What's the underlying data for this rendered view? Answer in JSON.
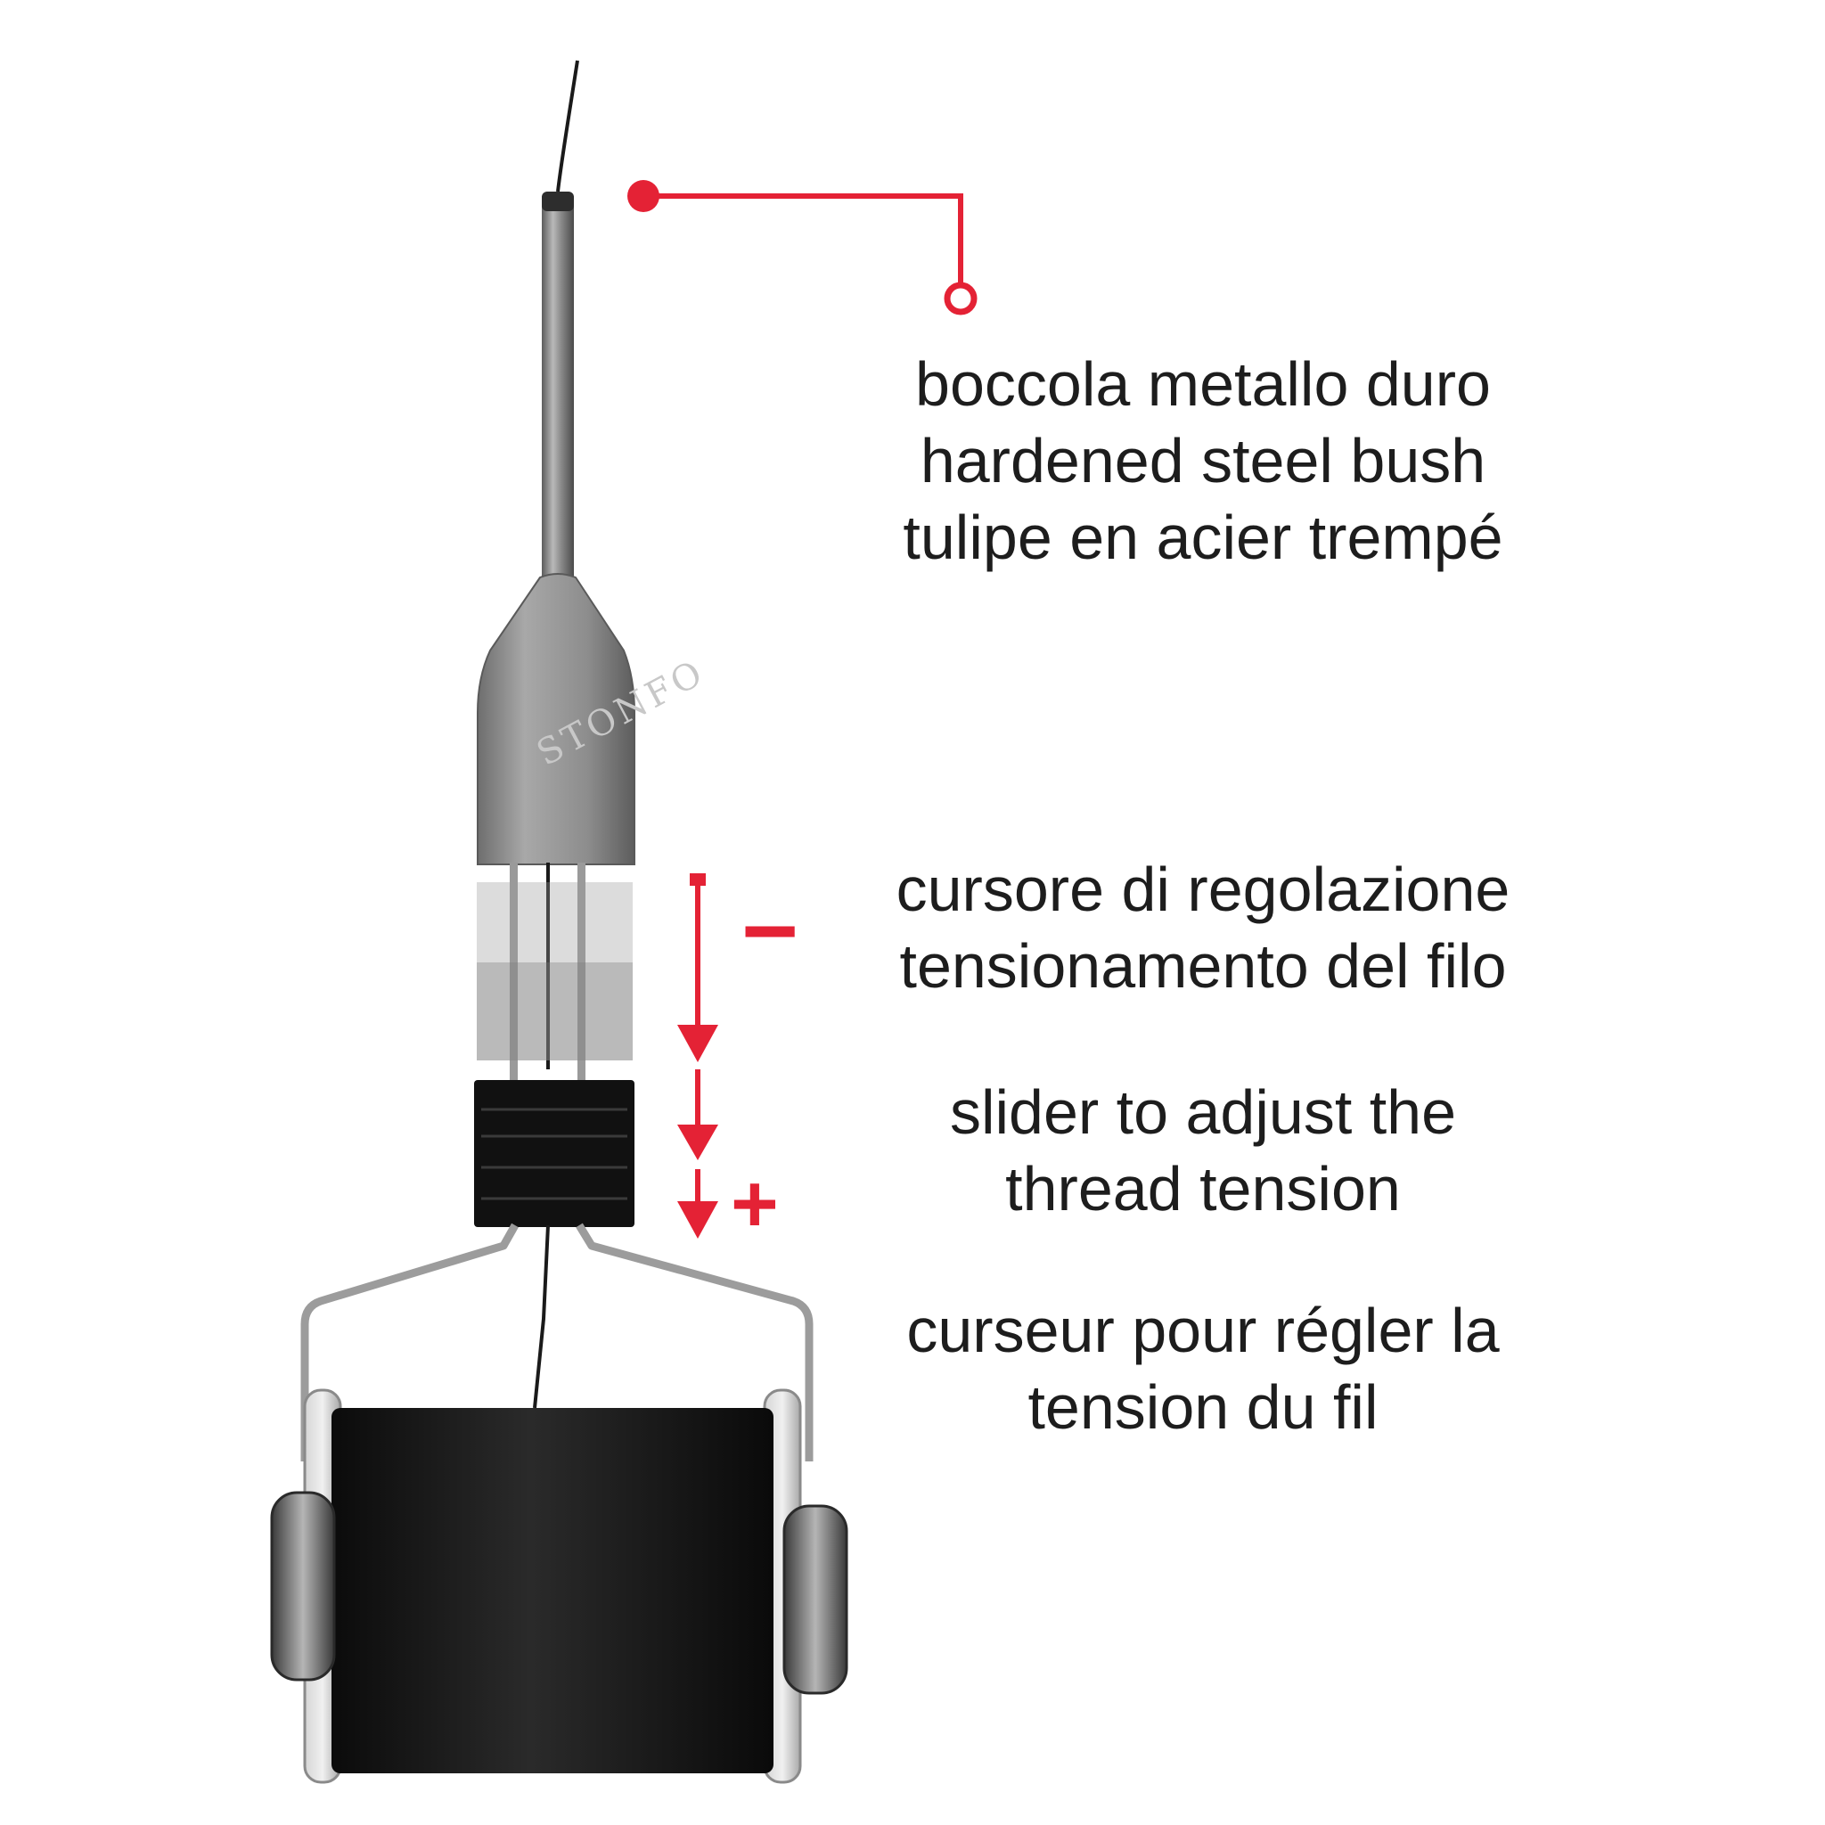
{
  "callouts": {
    "bush": {
      "lines": [
        "boccola metallo duro",
        "hardened steel bush",
        "tulipe en acier trempé"
      ]
    },
    "slider_it": {
      "lines": [
        "cursore di regolazione",
        "tensionamento del filo"
      ]
    },
    "slider_en": {
      "lines": [
        "slider to adjust the",
        "thread tension"
      ]
    },
    "slider_fr": {
      "lines": [
        "curseur pour régler la",
        "tension du fil"
      ]
    }
  },
  "tension_signs": {
    "less": "−",
    "more": "+"
  },
  "brand_engraving": "STONFO",
  "colors": {
    "accent_red": "#e42235",
    "text": "#1d1d1d",
    "thread_black": "#111111",
    "steel": "#8c8c8c"
  }
}
